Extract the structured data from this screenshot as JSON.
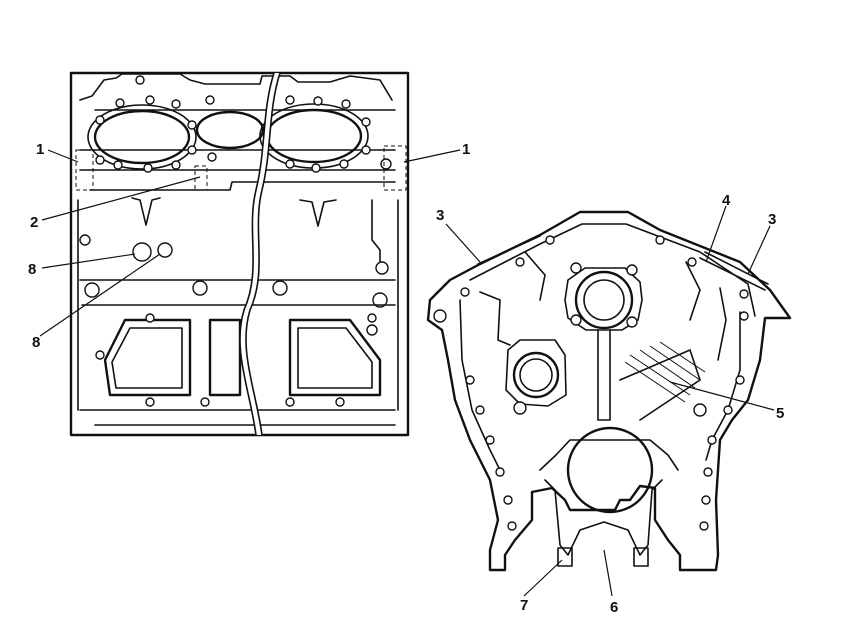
{
  "callouts": {
    "c1_left": "1",
    "c1_right": "1",
    "c2": "2",
    "c3_left": "3",
    "c3_right": "3",
    "c4": "4",
    "c5": "5",
    "c6": "6",
    "c7": "7",
    "c8_top": "8",
    "c8_bottom": "8"
  },
  "colors": {
    "ink": "#111111",
    "paper": "#ffffff"
  }
}
